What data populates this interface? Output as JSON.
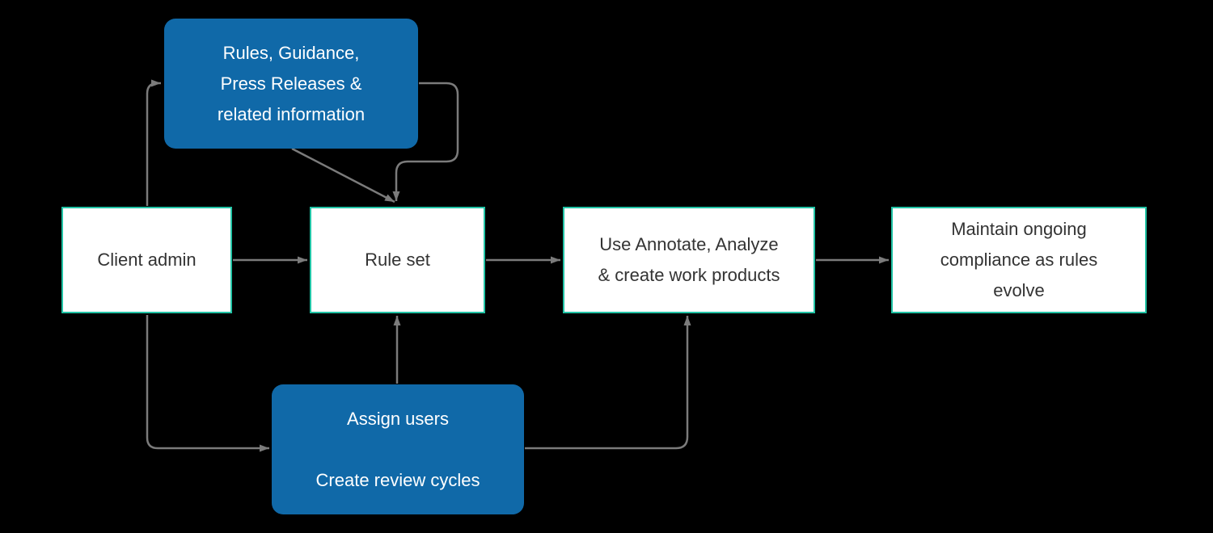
{
  "diagram": {
    "background_color": "#000000",
    "colors": {
      "node_blue_fill": "#1069a8",
      "node_white_fill": "#ffffff",
      "node_white_border": "#21c3a5",
      "connector_gray": "#7b7b7b",
      "text_on_blue": "#ffffff",
      "text_on_white": "#333333"
    },
    "nodes": {
      "sources": {
        "style": "blue",
        "label": "Rules, Guidance,\nPress Releases &\nrelated information"
      },
      "client_admin": {
        "style": "white",
        "label": "Client admin"
      },
      "rule_set": {
        "style": "white",
        "label": "Rule set"
      },
      "work_products": {
        "style": "white",
        "label": "Use Annotate, Analyze\n& create work products"
      },
      "maintain": {
        "style": "white",
        "label": "Maintain ongoing\ncompliance as rules\nevolve"
      },
      "admin_tasks": {
        "style": "blue",
        "label": "Assign users\n\nCreate review cycles"
      }
    },
    "edges": [
      {
        "from": "client_admin",
        "to": "sources",
        "arrow": "into left side of sources"
      },
      {
        "from": "sources",
        "to": "rule_set",
        "arrow": "loop from right side down into top of rule set"
      },
      {
        "from": "sources",
        "to": "rule_set",
        "arrow": "diagonal from bottom into top of rule set"
      },
      {
        "from": "client_admin",
        "to": "rule_set",
        "arrow": "right"
      },
      {
        "from": "rule_set",
        "to": "work_products",
        "arrow": "right"
      },
      {
        "from": "work_products",
        "to": "maintain",
        "arrow": "right"
      },
      {
        "from": "client_admin",
        "to": "admin_tasks",
        "arrow": "down then right into left side"
      },
      {
        "from": "admin_tasks",
        "to": "rule_set",
        "arrow": "up into bottom"
      },
      {
        "from": "admin_tasks",
        "to": "work_products",
        "arrow": "right then up into bottom"
      }
    ]
  }
}
